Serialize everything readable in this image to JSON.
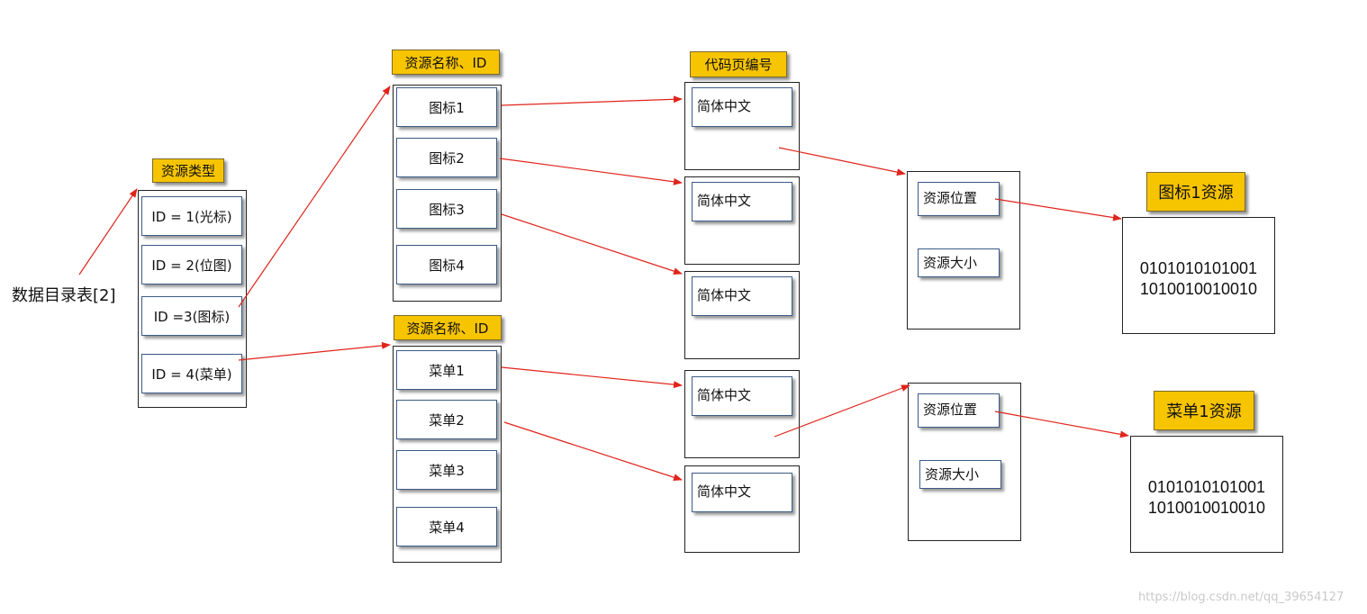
{
  "root": {
    "label": "数据目录表[2]"
  },
  "types": {
    "title": "资源类型",
    "items": [
      "ID = 1(光标)",
      "ID = 2(位图)",
      "ID =3(图标)",
      "ID = 4(菜单)"
    ]
  },
  "icon_names": {
    "title": "资源名称、ID",
    "items": [
      "图标1",
      "图标2",
      "图标3",
      "图标4"
    ]
  },
  "menu_names": {
    "title": "资源名称、ID",
    "items": [
      "菜单1",
      "菜单2",
      "菜单3",
      "菜单4"
    ]
  },
  "codepages": {
    "title": "代码页编号",
    "items": [
      "简体中文",
      "简体中文",
      "简体中文",
      "简体中文",
      "简体中文"
    ]
  },
  "entry1": {
    "position": "资源位置",
    "size": "资源大小"
  },
  "entry2": {
    "position": "资源位置",
    "size": "资源大小"
  },
  "icon_resource": {
    "title": "图标1资源",
    "line1": "0101010101001",
    "line2": "1010010010010"
  },
  "menu_resource": {
    "title": "菜单1资源",
    "line1": "0101010101001",
    "line2": "1010010010010"
  },
  "watermark": "https://blog.csdn.net/qq_39654127",
  "colors": {
    "label_fill": "#f7c400",
    "arrow": "#e0241b",
    "item_border": "#3b5b86"
  }
}
